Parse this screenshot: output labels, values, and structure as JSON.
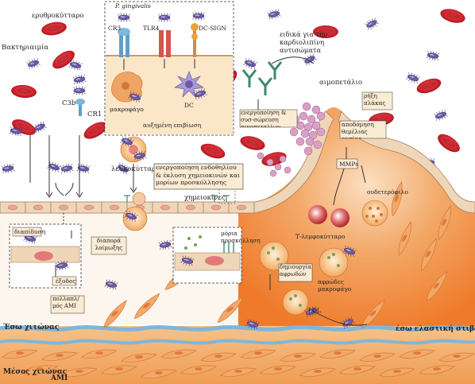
{
  "labels": {
    "erythrocyte": "ερυθροκύτταρο",
    "bacteremia": "Βακτηριαιμία",
    "c3b": "C3b",
    "cr1": "CR1",
    "p_gingivalis": "P. gingivalis",
    "cr3": "CR3",
    "tlr4": "TLR4",
    "dc_sign": "DC-SIGN",
    "macrophage": "μακροφάγο",
    "dc": "DC",
    "enhanced_survival": "αυξημένη επιβίωση",
    "leukocyte": "λευκοκύτταρο",
    "endothelial_activation": "ενεργοποίηση ενδοθηλίου & έκλυση χημειοκινών και μορίων προσκόλλησης",
    "chemokines": "χημειοκίνες",
    "diapedesis": "διαπίδυση",
    "exit": "έξοδος",
    "transient_bacteremia": "διαπορά λοίμωξης",
    "adhesion_molecules": "μόρια προσκόλλησης",
    "cardiolipin_antibodies": "ειδικά για την καρδιολιπίνη αντισώματα",
    "platelet": "αιμοπετάλιο",
    "platelet_activation": "ενεργοποίηση & συσ-σώρευση αιμοπεταλίων",
    "plaque_rupture": "ρήξη πλάκας",
    "matrix_degradation": "αποδόμηση θεμέλιας ουσίας",
    "mmps": "MMPs",
    "t_lymphocyte": "Τ-λεμφοκύτταρο",
    "neutrophil": "ουδετερόφιλο",
    "foam_cell_formation": "δημιουργία αφρωδών",
    "foam_macrophage": "αφρώδες μακροφάγο",
    "ldl": "LDL",
    "smc_proliferation": "πολλαπλ/μός ΑΜΙ",
    "intima": "Έσω χιτώνας",
    "internal_elastic": "έσω ελαστική στιβάδα",
    "media": "Μέσος χιτώνας",
    "media_sub": "ΑΜΙ"
  },
  "colors": {
    "rbc": "#c8202a",
    "bacteria": "#6c5aa6",
    "endothelium": "#efd6b8",
    "plaque": "#f08a3c",
    "smc": "#f3a868",
    "box_fill": "#fbebd3"
  }
}
